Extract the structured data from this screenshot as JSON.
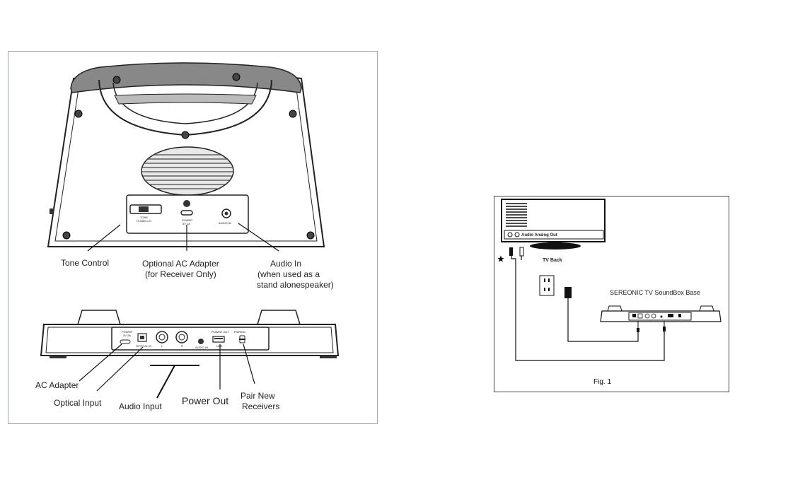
{
  "left_figure": {
    "speaker_panel": {
      "tone_text": "TONE",
      "tone_sub": "HI-MED-LO",
      "power_text": "POWER",
      "power_sub": "5V 2A",
      "audio_in_text": "AUDIO IN"
    },
    "labels": {
      "tone_control": "Tone Control",
      "optional_ac_1": "Optional AC Adapter",
      "optional_ac_2": "(for Receiver Only)",
      "audio_in_1": "Audio In",
      "audio_in_2": "(when used as a",
      "audio_in_3": "stand alonespeaker)",
      "ac_adapter": "AC Adapter",
      "optical_input": "Optical Input",
      "audio_input": "Audio Input",
      "power_out": "Power Out",
      "pair_new_1": "Pair New",
      "pair_new_2": "Receivers"
    },
    "base_panel": {
      "power": "POWER",
      "power_sub": "5V 2A",
      "optical_in": "OPTICAL IN",
      "audio_in": "AUDIO IN",
      "power_out": "POWER OUT",
      "usb": "USB",
      "pairing": "PAIRING"
    }
  },
  "right_figure": {
    "tv_port_label": "Audio Analog Out",
    "tv_back": "TV Back",
    "soundbox": "SEREONIC TV SoundBox Base",
    "star": "★",
    "caption": "Fig. 1"
  }
}
